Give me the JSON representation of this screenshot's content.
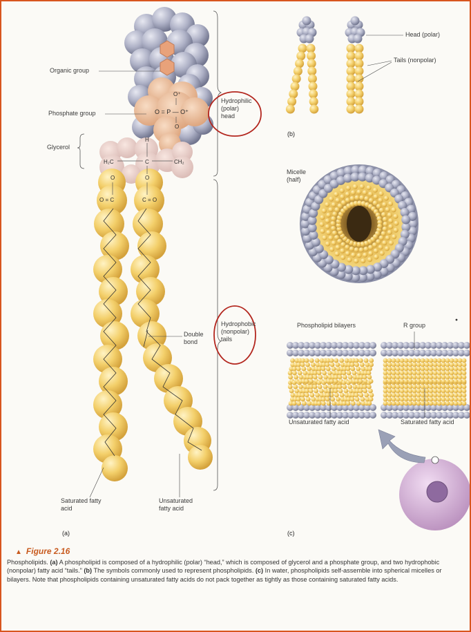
{
  "labels": {
    "organic_group": "Organic group",
    "phosphate_group": "Phosphate group",
    "glycerol": "Glycerol",
    "hydrophilic_head": "Hydrophilic (polar) head",
    "hydrophobic_tails": "Hydrophobic (nonpolar) tails",
    "double_bond": "Double bond",
    "saturated_fatty_acid": "Saturated fatty acid",
    "unsaturated_fatty_acid": "Unsaturated fatty acid",
    "head_polar": "Head (polar)",
    "tails_nonpolar": "Tails (nonpolar)",
    "micelle": "Micelle (half)",
    "phospholipid_bilayers": "Phospholipid bilayers",
    "r_group": "R group",
    "bilayer_unsaturated": "Unsaturated fatty acid",
    "bilayer_saturated": "Saturated fatty acid"
  },
  "chem": {
    "o_plus": "O⁺",
    "o_eq": "O = P — O⁺",
    "o_single": "O",
    "h": "H",
    "h2c": "H₂C",
    "c": "C",
    "ch2": "CH₂",
    "ester_left": "O = C",
    "ester_right": "C = O"
  },
  "panels": {
    "a": "(a)",
    "b": "(b)",
    "c": "(c)"
  },
  "figure": {
    "title": "Figure 2.16",
    "caption_lead": "Phospholipids.",
    "cap_a": "(a)",
    "cap_a_text": "A phospholipid is composed of a hydrophilic (polar) “head,” which is composed of glycerol and a phosphate group, and two hydrophobic (nonpolar) fatty acid “tails.”",
    "cap_b": "(b)",
    "cap_b_text": "The symbols commonly used to represent phospholipids.",
    "cap_c": "(c)",
    "cap_c_text": "In water, phospholipids self-assemble into spherical micelles or bilayers. Note that phospholipids containing unsaturated fatty acids do not pack together as tightly as those containing saturated fatty acids."
  },
  "colors": {
    "border": "#d8551e",
    "head_atoms": "#a9acc0",
    "phosphate": "#e8b48c",
    "tail_atoms": "#f2cf6c",
    "highlight_circle": "#b3261e",
    "cell": "#c9a6cc"
  }
}
